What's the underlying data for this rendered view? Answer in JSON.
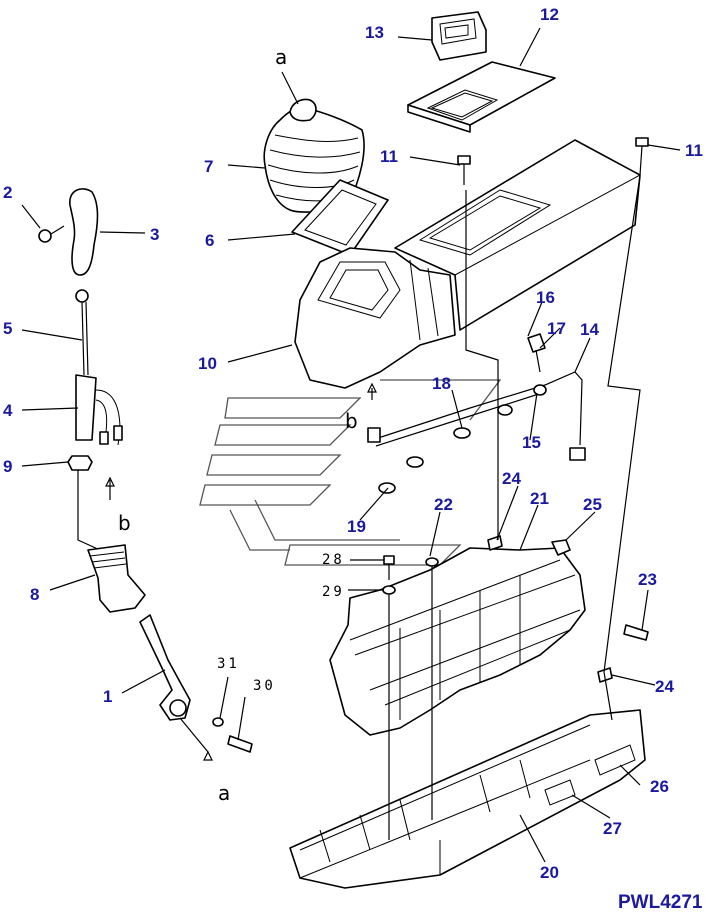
{
  "drawing_code": "PWL4271",
  "callouts": {
    "c1": "1",
    "c2": "2",
    "c3": "3",
    "c4": "4",
    "c5": "5",
    "c6": "6",
    "c7": "7",
    "c8": "8",
    "c9": "9",
    "c10": "10",
    "c11a": "11",
    "c11b": "11",
    "c12": "12",
    "c13": "13",
    "c14": "14",
    "c15": "15",
    "c16": "16",
    "c17": "17",
    "c18": "18",
    "c19": "19",
    "c20": "20",
    "c21": "21",
    "c22": "22",
    "c23": "23",
    "c24a": "24",
    "c24b": "24",
    "c25": "25",
    "c26": "26",
    "c27": "27",
    "c28": "28",
    "c29": "29",
    "c30": "30",
    "c31": "31"
  },
  "reference_letters": {
    "a_top": "a",
    "a_bottom": "a",
    "b_left": "b",
    "b_mid": "b"
  }
}
